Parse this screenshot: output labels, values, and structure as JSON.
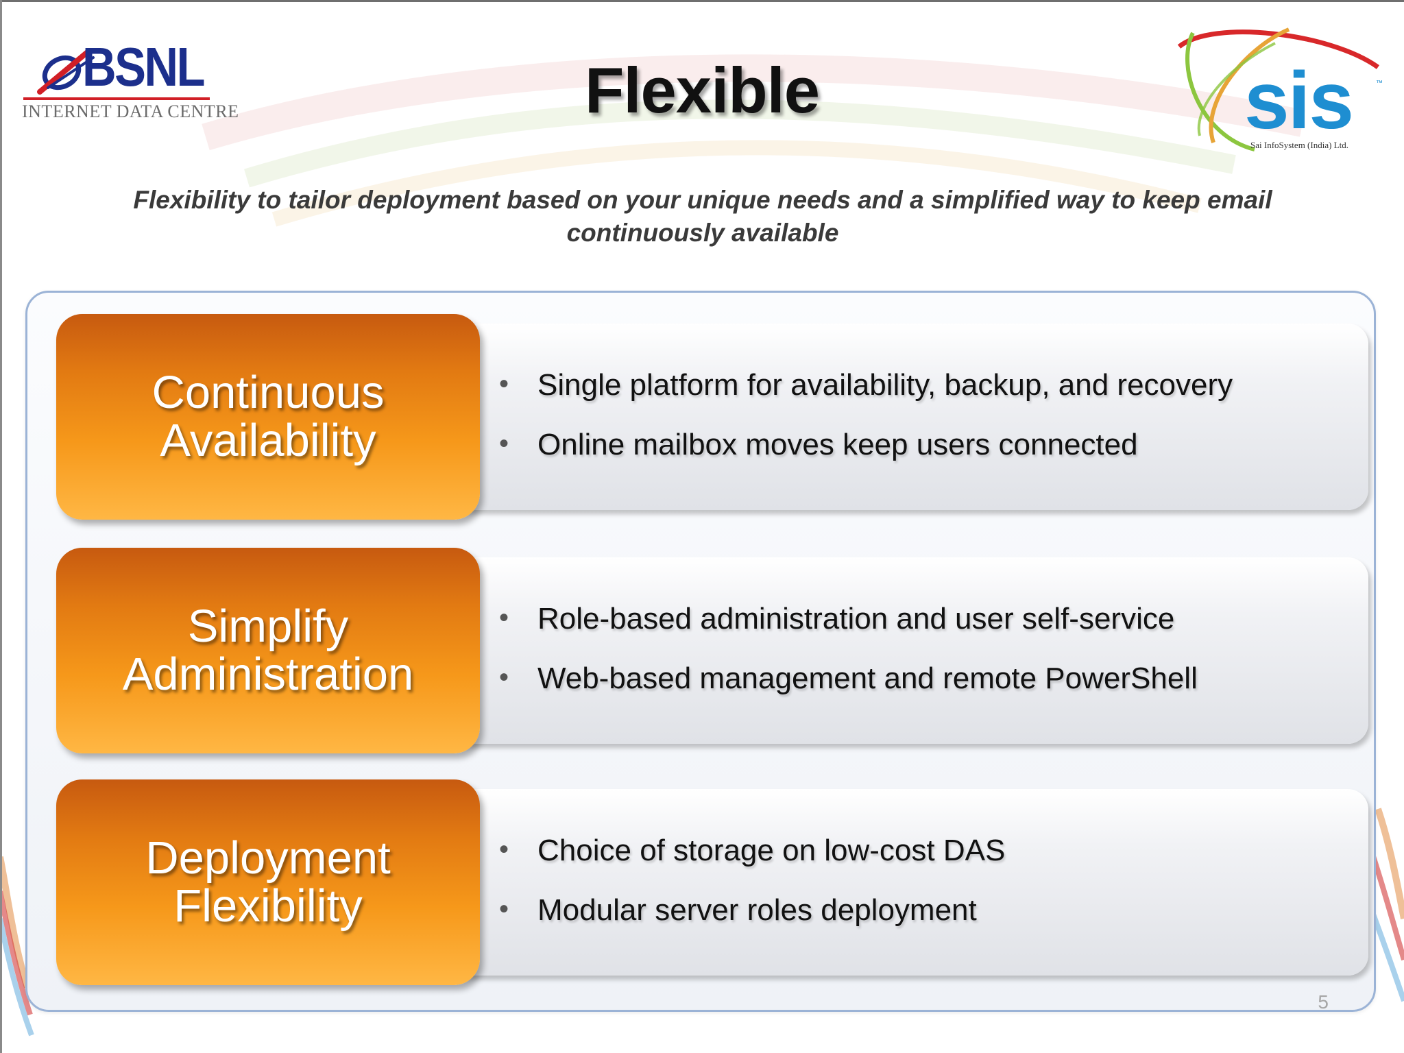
{
  "slide": {
    "title": "Flexible",
    "subtitle": "Flexibility to tailor deployment based on your unique needs and a simplified way to keep email continuously available",
    "page_number": "5"
  },
  "logos": {
    "left": {
      "brand": "BSNL",
      "subtitle": "INTERNET DATA CENTRE",
      "colors": {
        "brand": "#1c2f8c",
        "accent": "#d11f26"
      }
    },
    "right": {
      "brand": "sis",
      "trademark": "™",
      "subtitle": "Sai InfoSystem (India) Ltd.",
      "colors": {
        "brand": "#1e8ed1",
        "orbit_red": "#d8282a",
        "orbit_green": "#8cc63f"
      }
    }
  },
  "rows": [
    {
      "label": "Continuous Availability",
      "bullets": [
        "Single platform for availability, backup, and recovery",
        "Online mailbox moves keep users connected"
      ]
    },
    {
      "label": "Simplify Administration",
      "bullets": [
        "Role-based administration and user self-service",
        "Web-based management and remote PowerShell"
      ]
    },
    {
      "label": "Deployment Flexibility",
      "bullets": [
        "Choice of storage on low-cost DAS",
        "Modular server roles deployment"
      ]
    }
  ],
  "theme": {
    "label_gradient": [
      "#c75a10",
      "#f6981a",
      "#ffb744"
    ],
    "container_border": "#9bb3d6",
    "bullet_glyph": "•"
  }
}
